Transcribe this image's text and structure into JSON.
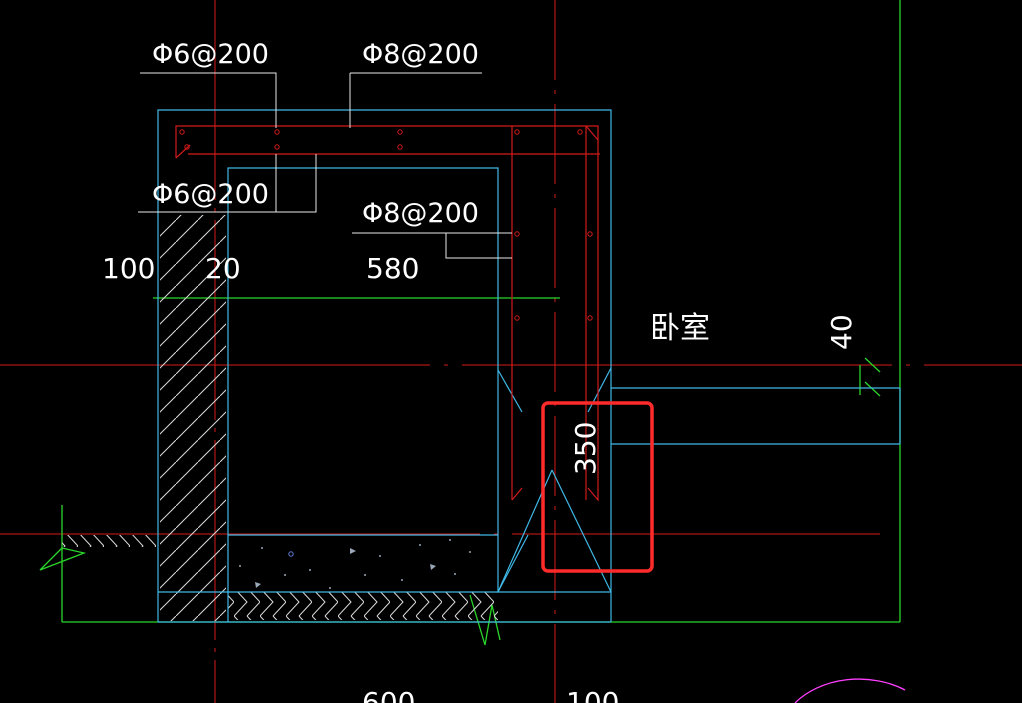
{
  "labels": {
    "rebar_top_left": "Φ6@200",
    "rebar_top_right": "Φ8@200",
    "rebar_mid_left": "Φ6@200",
    "rebar_mid_right": "Φ8@200"
  },
  "dimensions": {
    "d100": "100",
    "d20": "20",
    "d580": "580",
    "d40": "40",
    "d350": "350",
    "d600": "600",
    "d100b": "100"
  },
  "room_label": "卧室",
  "colors": {
    "background": "#000000",
    "structure_line": "#3fb8e6",
    "grid_line": "#d21a1a",
    "ground_line": "#2ad62a",
    "text": "#ffffff",
    "highlight_box": "#ff2b2b",
    "circle_arc": "#ff3fff"
  }
}
